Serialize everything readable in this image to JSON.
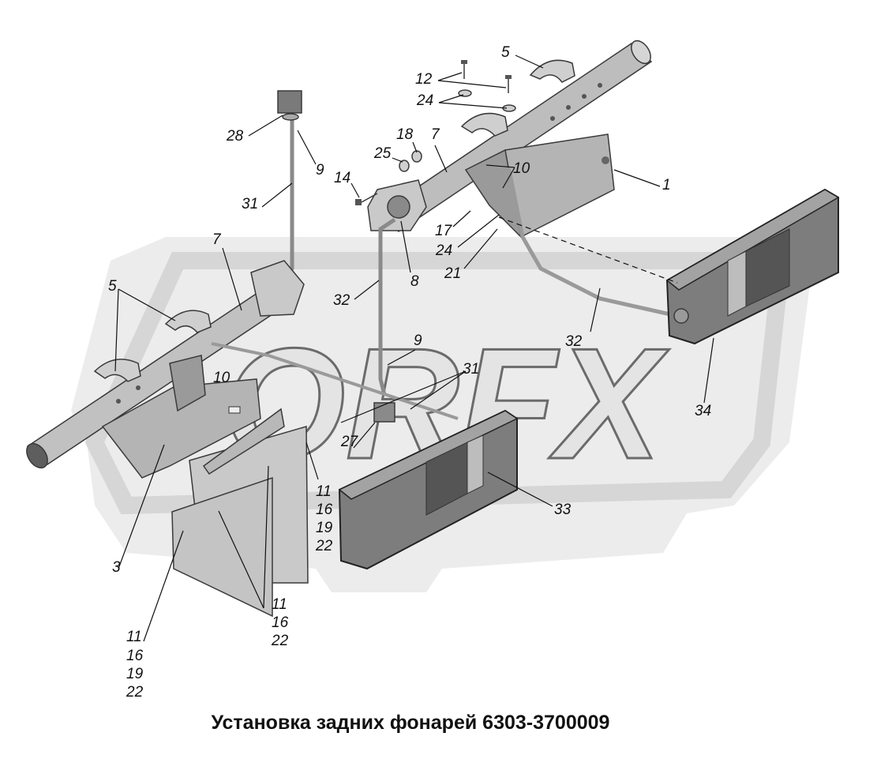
{
  "watermark": {
    "text": "ORFX",
    "color": "#e3e3e3"
  },
  "caption": "Установка задних фонарей 6303-3700009",
  "colors": {
    "metal": "#b9b9b9",
    "metal_dark": "#8a8a8a",
    "lamp_body": "#7d7d7d",
    "lamp_light": "#a9a9a9",
    "plate": "#c4c4c4"
  },
  "callouts": {
    "c5a": "5",
    "c12": "12",
    "c24a": "24",
    "c18": "18",
    "c7a": "7",
    "c25": "25",
    "c28": "28",
    "c9a": "9",
    "c10a": "10",
    "c14": "14",
    "c1": "1",
    "c31a": "31",
    "c17": "17",
    "c24b": "24",
    "c21": "21",
    "c7b": "7",
    "c5b": "5",
    "c8": "8",
    "c32a": "32",
    "c32b": "32",
    "c9b": "9",
    "c31b": "31",
    "c10b": "10",
    "c34": "34",
    "c27": "27",
    "c33": "33",
    "c3": "3",
    "g1": [
      "11",
      "16",
      "19",
      "22"
    ],
    "g2": [
      "11",
      "16",
      "22"
    ],
    "g3": [
      "11",
      "16",
      "19",
      "22"
    ]
  }
}
